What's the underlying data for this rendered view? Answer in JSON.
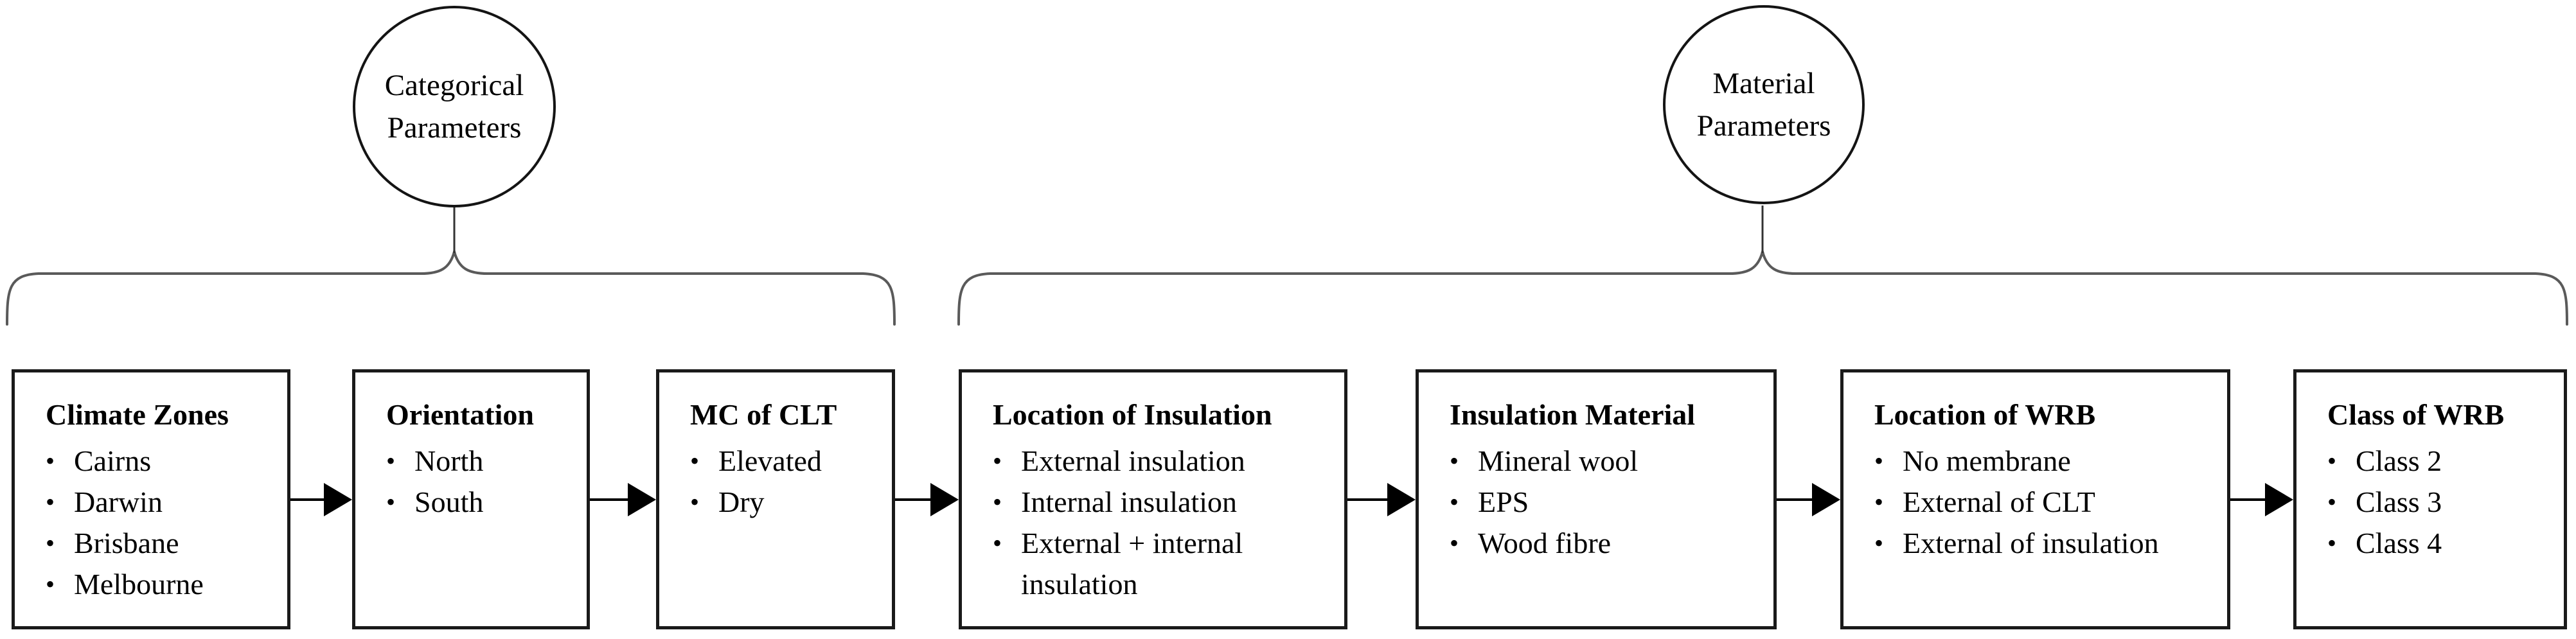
{
  "diagram": {
    "bullet": "•",
    "groups": [
      {
        "line1": "Categorical",
        "line2": "Parameters"
      },
      {
        "line1": "Material",
        "line2": "Parameters"
      }
    ],
    "boxes": [
      {
        "title": "Climate Zones",
        "items": [
          "Cairns",
          "Darwin",
          "Brisbane",
          "Melbourne"
        ]
      },
      {
        "title": "Orientation",
        "items": [
          "North",
          "South"
        ]
      },
      {
        "title": "MC of CLT",
        "items": [
          "Elevated",
          "Dry"
        ]
      },
      {
        "title": "Location of Insulation",
        "items": [
          "External insulation",
          "Internal insulation",
          "External + internal insulation"
        ]
      },
      {
        "title": "Insulation Material",
        "items": [
          "Mineral wool",
          "EPS",
          "Wood fibre"
        ]
      },
      {
        "title": "Location of WRB",
        "items": [
          "No membrane",
          "External of CLT",
          "External of insulation"
        ]
      },
      {
        "title": "Class of WRB",
        "items": [
          "Class 2",
          "Class 3",
          "Class 4"
        ]
      }
    ],
    "colors": {
      "box_border": "#1a1a1a",
      "arrow": "#000000",
      "brace_line": "#5a5a5a",
      "text": "#000000",
      "background": "#ffffff"
    }
  }
}
